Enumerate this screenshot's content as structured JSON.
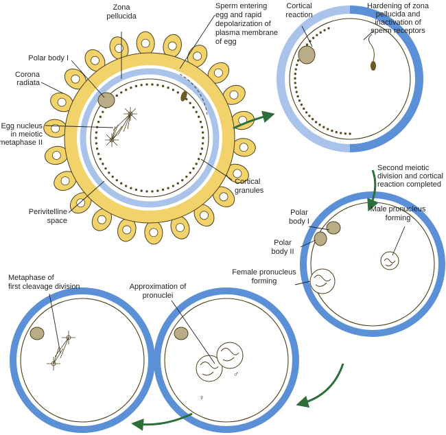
{
  "colors": {
    "corona": "#f2d26b",
    "outline": "#4a3d18",
    "zona_light": "#a9c3ea",
    "zona_dark": "#5b8fd6",
    "arrow": "#2e6e3a",
    "polar_body": "#b8ad86"
  },
  "labels": {
    "zona_pellucida": [
      "Zona",
      "pellucida"
    ],
    "sperm_entering": [
      "Sperm entering",
      "egg and rapid",
      "depolarization of",
      "plasma membrane",
      "of egg"
    ],
    "polar_body_1": "Polar body I",
    "corona_radiata": [
      "Corona",
      "radiata"
    ],
    "egg_nucleus": [
      "Egg nucleus",
      "in meiotic",
      "metaphase II"
    ],
    "cortical_granules": [
      "Cortical",
      "granules"
    ],
    "perivitelline_space": [
      "Perivitelline",
      "space"
    ],
    "cortical_reaction": [
      "Cortical",
      "reaction"
    ],
    "hardening": [
      "Hardening of zona",
      "pellucida and",
      "inactivation of",
      "sperm receptors"
    ],
    "second_meiotic": [
      "Second meiotic",
      "division and cortical",
      "reaction completed"
    ],
    "polar_body_1b": [
      "Polar",
      "body I"
    ],
    "polar_body_2": [
      "Polar",
      "body II"
    ],
    "male_pronucleus": [
      "Male pronucleus",
      "forming"
    ],
    "female_pronucleus": [
      "Female pronucleus",
      "forming"
    ],
    "metaphase_cleavage": [
      "Metaphase of",
      "first cleavage division"
    ],
    "approximation": [
      "Approximation of",
      "pronuclei"
    ],
    "female_symbol": "♀",
    "male_symbol": "♂"
  }
}
